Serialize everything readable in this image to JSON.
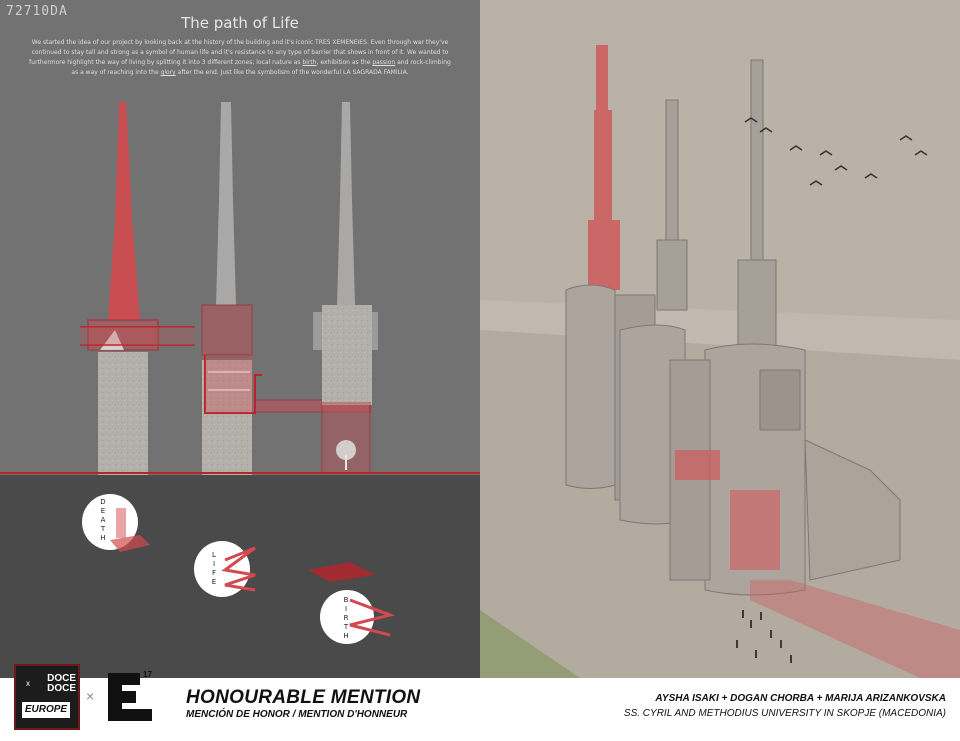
{
  "project_code": "72710DA",
  "title": "The path of Life",
  "description": {
    "part1": "We started the idea of our project by looking back at the history of the building and it's iconic TRES XEMENEIES. Even through war they've continued to stay tall and strong as a symbol of human life and it's resistance to any type of barrier that shows in front of it. We wanted to furthermore highlight the way of living by splitting it into 3 different zones; local nature as ",
    "birth": "birth",
    "part2": ", exhibition as the ",
    "passion": "passion",
    "part3": " and rock-climbing as a way of reaching into the ",
    "glory": "glory",
    "part4": " after the end. Just like the symbolism of the wonderful LA SAGRADA FAMILIA."
  },
  "diagram_labels": {
    "death": [
      "D",
      "E",
      "A",
      "T",
      "H"
    ],
    "life": [
      "L",
      "I",
      "F",
      "E"
    ],
    "birth": [
      "B",
      "I",
      "R",
      "T",
      "H"
    ]
  },
  "footer": {
    "logo_line1": "DOCE",
    "logo_x": "x",
    "logo_line2": "DOCE",
    "logo_europe": "EUROPE",
    "cross": "×",
    "edition": "17",
    "award": "HONOURABLE MENTION",
    "award_sub": "MENCIÓN DE HONOR / MENTION D'HONNEUR",
    "authors": "AYSHA ISAKI + DOGAN CHORBA + MARIJA ARIZANKOVSKA",
    "university": "SS. CYRIL AND METHODIUS UNIVERSITY IN SKOPJE (MACEDONIA)"
  },
  "colors": {
    "accent_red": "#d9444a",
    "panel_gray": "#727272",
    "panel_dark": "#4a4a4a",
    "sand": "#b9b0a6"
  }
}
